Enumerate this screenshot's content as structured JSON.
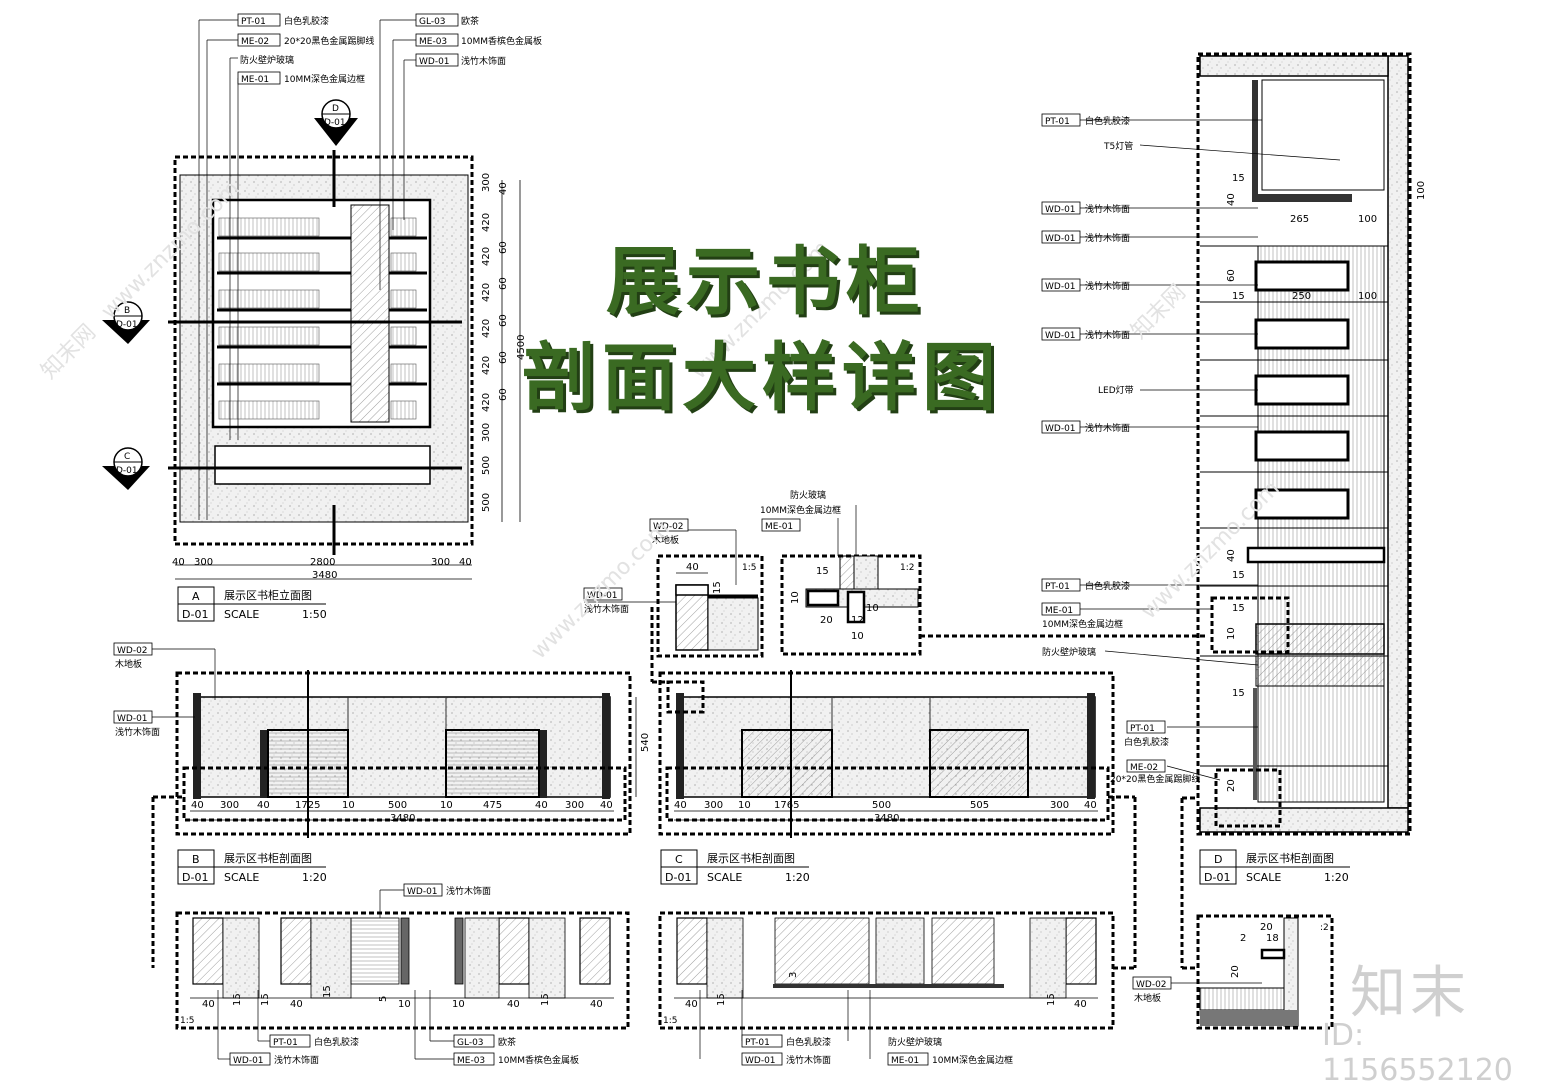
{
  "title": {
    "line1": "展示书柜",
    "line2": "剖面大样详图"
  },
  "watermark": {
    "logo": "知末",
    "id": "ID: 1156552120",
    "url": "www.znzmo.com",
    "site": "知末网"
  },
  "callouts_top": [
    {
      "code": "PT-01",
      "text": "白色乳胶漆"
    },
    {
      "code": "ME-02",
      "text": "20*20黑色金属踢脚线"
    },
    {
      "code": "",
      "text": "防火壁炉玻璃"
    },
    {
      "code": "ME-01",
      "text": "10MM深色金属边框"
    },
    {
      "code": "GL-03",
      "text": "欧茶"
    },
    {
      "code": "ME-03",
      "text": "10MM香槟色金属板"
    },
    {
      "code": "WD-01",
      "text": "浅竹木饰面"
    }
  ],
  "section_markers": [
    {
      "letter": "D",
      "sheet": "D-01"
    },
    {
      "letter": "B",
      "sheet": "D-01"
    },
    {
      "letter": "C",
      "sheet": "D-01"
    }
  ],
  "elevation_dims_right": [
    "300",
    "420",
    "420",
    "420",
    "420",
    "420",
    "420",
    "300",
    "500",
    "500"
  ],
  "elevation_dims_inner": [
    "40",
    "60",
    "60",
    "60",
    "60",
    "60"
  ],
  "elevation_total_height": "4500",
  "elevation_dims_bottom": [
    "40",
    "300",
    "2800",
    "300",
    "40"
  ],
  "elevation_total_width": "3480",
  "view_titles": [
    {
      "letter": "A",
      "sheet": "D-01",
      "name": "展示区书柜立面图",
      "scale_label": "SCALE",
      "scale": "1:50"
    },
    {
      "letter": "B",
      "sheet": "D-01",
      "name": "展示区书柜剖面图",
      "scale_label": "SCALE",
      "scale": "1:20"
    },
    {
      "letter": "C",
      "sheet": "D-01",
      "name": "展示区书柜剖面图",
      "scale_label": "SCALE",
      "scale": "1:20"
    },
    {
      "letter": "D",
      "sheet": "D-01",
      "name": "展示区书柜剖面图",
      "scale_label": "SCALE",
      "scale": "1:20"
    }
  ],
  "section_b": {
    "callouts": [
      {
        "code": "WD-02",
        "text": "木地板"
      },
      {
        "code": "WD-01",
        "text": "浅竹木饰面"
      }
    ],
    "height": "540",
    "dims": [
      "40",
      "300",
      "40",
      "1725",
      "10",
      "500",
      "10",
      "475",
      "40",
      "300",
      "40"
    ],
    "total": "3480"
  },
  "section_c": {
    "dims": [
      "40",
      "300",
      "10",
      "1765",
      "500",
      "505",
      "300",
      "40"
    ],
    "total": "3480"
  },
  "detail_wd": {
    "callout": {
      "code": "WD-02",
      "text": "木地板"
    },
    "side": {
      "code": "WD-01",
      "text": "浅竹木饰面"
    },
    "dims": [
      "40",
      "15"
    ],
    "scale": "1:5"
  },
  "detail_glass": {
    "callouts": [
      {
        "code": "",
        "text": "防火玻璃"
      },
      {
        "code": "",
        "text": "10MM深色金属边框"
      },
      {
        "code": "ME-01",
        "text": ""
      }
    ],
    "dims": [
      "15",
      "10",
      "20",
      "12",
      "10",
      "10"
    ],
    "scale": "1:2"
  },
  "section_d_callouts": [
    {
      "code": "PT-01",
      "text": "白色乳胶漆"
    },
    {
      "code": "",
      "text": "T5灯管"
    },
    {
      "code": "WD-01",
      "text": "浅竹木饰面"
    },
    {
      "code": "WD-01",
      "text": "浅竹木饰面"
    },
    {
      "code": "WD-01",
      "text": "浅竹木饰面"
    },
    {
      "code": "WD-01",
      "text": "浅竹木饰面"
    },
    {
      "code": "",
      "text": "LED灯带"
    },
    {
      "code": "WD-01",
      "text": "浅竹木饰面"
    },
    {
      "code": "PT-01",
      "text": "白色乳胶漆"
    },
    {
      "code": "ME-01",
      "text": ""
    },
    {
      "code": "",
      "text": "10MM深色金属边框"
    },
    {
      "code": "",
      "text": "防火壁炉玻璃"
    },
    {
      "code": "PT-01",
      "text": ""
    },
    {
      "code": "",
      "text": "白色乳胶漆"
    },
    {
      "code": "ME-02",
      "text": ""
    },
    {
      "code": "",
      "text": "20*20黑色金属踢脚线"
    }
  ],
  "section_d_dims": [
    "15",
    "40",
    "265",
    "100",
    "100",
    "60",
    "15",
    "250",
    "100",
    "40",
    "15",
    "15",
    "10",
    "15",
    "20"
  ],
  "bottom_b": {
    "top_callout": {
      "code": "WD-01",
      "text": "浅竹木饰面"
    },
    "dims": [
      "40",
      "15",
      "15",
      "40",
      "15",
      "5",
      "10",
      "10",
      "40",
      "15",
      "40"
    ],
    "scale": "1:5",
    "callouts": [
      {
        "code": "PT-01",
        "text": "白色乳胶漆"
      },
      {
        "code": "WD-01",
        "text": "浅竹木饰面"
      },
      {
        "code": "GL-03",
        "text": "欧茶"
      },
      {
        "code": "ME-03",
        "text": "10MM香槟色金属板"
      }
    ]
  },
  "bottom_c": {
    "dims": [
      "40",
      "15",
      "3",
      "15",
      "40"
    ],
    "scale": "1:5",
    "callouts": [
      {
        "code": "PT-01",
        "text": "白色乳胶漆"
      },
      {
        "code": "WD-01",
        "text": "浅竹木饰面"
      },
      {
        "code": "",
        "text": "防火壁炉玻璃"
      },
      {
        "code": "ME-01",
        "text": "10MM深色金属边框"
      }
    ]
  },
  "bottom_d": {
    "callout": {
      "code": "WD-02",
      "text": "木地板"
    },
    "dims": [
      "20",
      "2",
      "18",
      "20"
    ],
    "scale": ":2"
  }
}
